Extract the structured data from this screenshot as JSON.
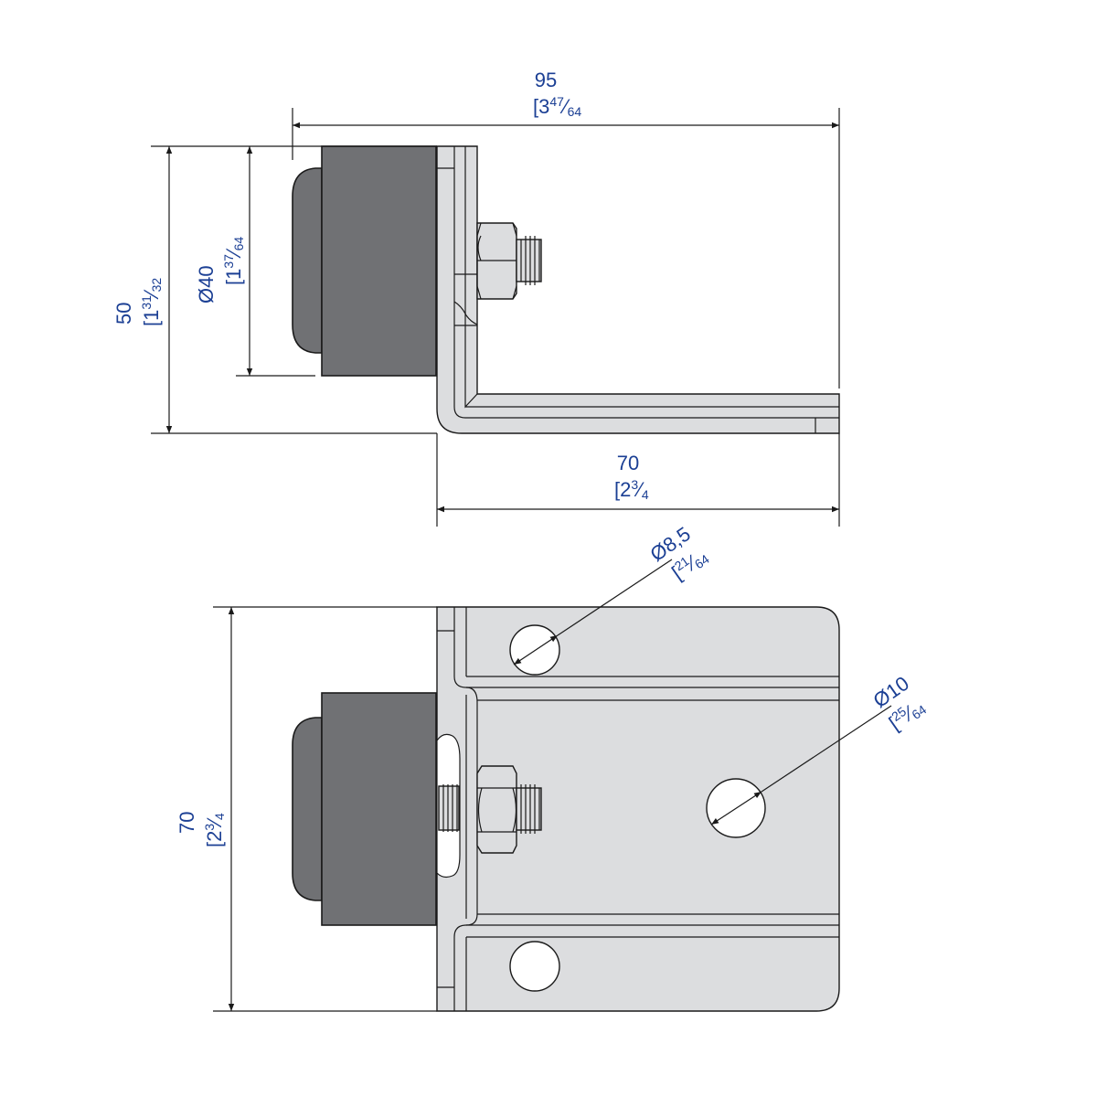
{
  "colors": {
    "dimension_text": "#1b3f94",
    "rubber": "#707174",
    "plate": "#dcdddf"
  },
  "dimensions": {
    "width_overall": {
      "mm": "95",
      "inch_whole": "[3",
      "inch_num": "47",
      "inch_den": "64"
    },
    "height_top": {
      "mm": "50",
      "inch_whole": "[1",
      "inch_num": "31",
      "inch_den": "32"
    },
    "buffer_diameter": {
      "mm": "Ø40",
      "inch_whole": "[1",
      "inch_num": "37",
      "inch_den": "64"
    },
    "leg_length": {
      "mm": "70",
      "inch_whole": "[2",
      "inch_num": "3",
      "inch_den": "4"
    },
    "height_front": {
      "mm": "70",
      "inch_whole": "[2",
      "inch_num": "3",
      "inch_den": "4"
    },
    "small_hole": {
      "mm": "Ø8,5",
      "inch_whole": "[",
      "inch_num": "21",
      "inch_den": "64"
    },
    "large_hole": {
      "mm": "Ø10",
      "inch_whole": "[",
      "inch_num": "25",
      "inch_den": "64"
    }
  }
}
